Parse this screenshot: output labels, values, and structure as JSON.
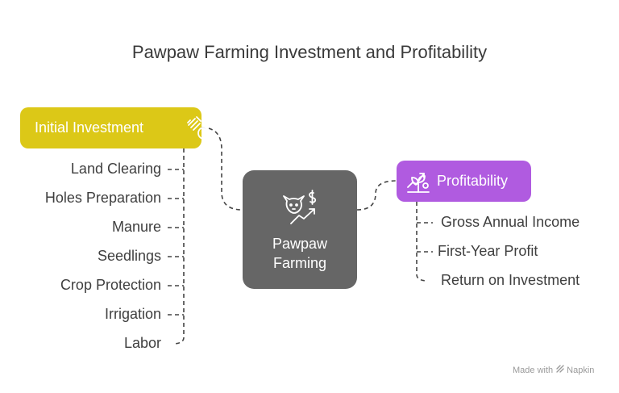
{
  "title": "Pawpaw Farming Investment and Profitability",
  "center": {
    "label": "Pawpaw\nFarming",
    "icon": "pawpaw-growth-icon"
  },
  "initial_investment": {
    "label": "Initial Investment",
    "icon": "investment-cash-icon",
    "color": "#dcc817",
    "items": [
      "Land Clearing",
      "Holes Preparation",
      "Manure",
      "Seedlings",
      "Crop Protection",
      "Irrigation",
      "Labor"
    ]
  },
  "profitability": {
    "label": "Profitability",
    "icon": "growing-plant-icon",
    "color": "#b05be0",
    "items": [
      "Gross Annual Income",
      "First-Year Profit",
      "Return on Investment"
    ]
  },
  "footer": {
    "made_with": "Made with",
    "brand": "Napkin"
  }
}
